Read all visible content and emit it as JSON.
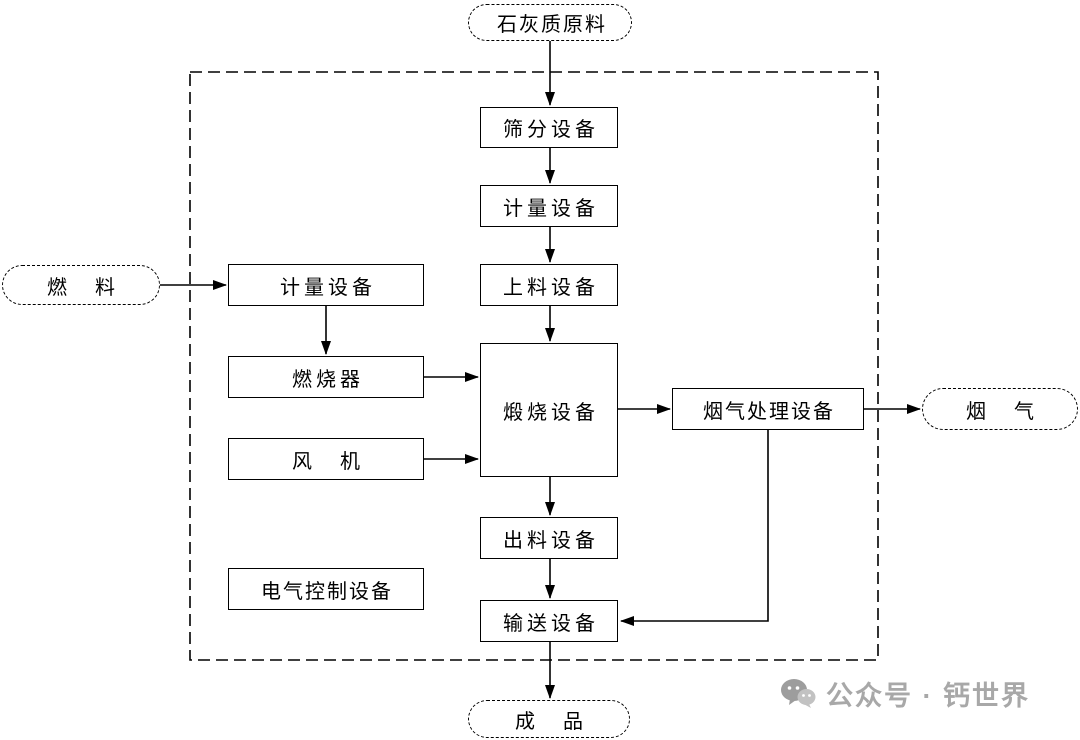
{
  "diagram": {
    "type": "process-flowchart",
    "nodes": {
      "raw_material": {
        "label": "石灰质原料",
        "shape": "stadium"
      },
      "screening": {
        "label": "筛分设备",
        "shape": "rect"
      },
      "metering_center": {
        "label": "计量设备",
        "shape": "rect"
      },
      "feeding": {
        "label": "上料设备",
        "shape": "rect"
      },
      "calcining": {
        "label": "煅烧设备",
        "shape": "rect"
      },
      "fuel": {
        "label": "燃　料",
        "shape": "stadium"
      },
      "metering_left": {
        "label": "计量设备",
        "shape": "rect"
      },
      "burner": {
        "label": "燃烧器",
        "shape": "rect"
      },
      "fan": {
        "label": "风　机",
        "shape": "rect"
      },
      "flue_gas_treatment": {
        "label": "烟气处理设备",
        "shape": "rect"
      },
      "flue_gas": {
        "label": "烟　气",
        "shape": "stadium"
      },
      "discharging": {
        "label": "出料设备",
        "shape": "rect"
      },
      "electrical_control": {
        "label": "电气控制设备",
        "shape": "rect"
      },
      "conveying": {
        "label": "输送设备",
        "shape": "rect"
      },
      "product": {
        "label": "成　品",
        "shape": "stadium"
      }
    },
    "edges": [
      {
        "from": "raw_material",
        "to": "screening"
      },
      {
        "from": "screening",
        "to": "metering_center"
      },
      {
        "from": "metering_center",
        "to": "feeding"
      },
      {
        "from": "feeding",
        "to": "calcining"
      },
      {
        "from": "fuel",
        "to": "metering_left"
      },
      {
        "from": "metering_left",
        "to": "burner"
      },
      {
        "from": "burner",
        "to": "calcining"
      },
      {
        "from": "fan",
        "to": "calcining"
      },
      {
        "from": "calcining",
        "to": "flue_gas_treatment"
      },
      {
        "from": "flue_gas_treatment",
        "to": "flue_gas"
      },
      {
        "from": "calcining",
        "to": "discharging"
      },
      {
        "from": "discharging",
        "to": "conveying"
      },
      {
        "from": "flue_gas_treatment",
        "to": "conveying"
      },
      {
        "from": "conveying",
        "to": "product"
      }
    ],
    "boundary": {
      "style": "dashed",
      "meaning": "system-boundary"
    }
  },
  "colors": {
    "line": "#000000",
    "background": "#ffffff",
    "watermark": "#a8a8a8"
  },
  "watermark": {
    "text": "公众号 · 钙世界",
    "icon": "wechat-icon"
  }
}
